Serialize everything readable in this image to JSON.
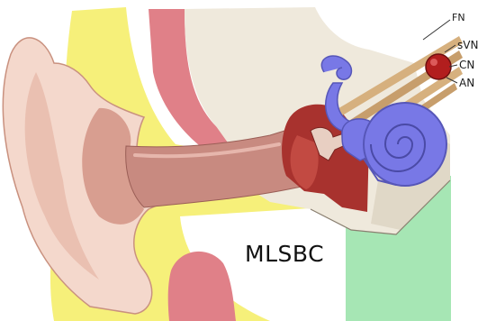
{
  "diagram": {
    "main_label": "MLSBC",
    "nerve_labels": {
      "fn": "FN",
      "svn": "sVN",
      "cn": "CN",
      "an": "AN"
    }
  },
  "colors": {
    "skin": "#f4d8cc",
    "skin_shadow": "#d89e90",
    "canal": "#c88a80",
    "fat_yellow": "#f6f07a",
    "muscle_pink": "#e08088",
    "bone_cream": "#efe9dc",
    "middle_ear_red": "#a8322e",
    "labyrinth_blue": "#7878e6",
    "nerve_tan": "#d6b07e",
    "tumor_red": "#b21e1e",
    "green_block": "#a6e6b4"
  }
}
